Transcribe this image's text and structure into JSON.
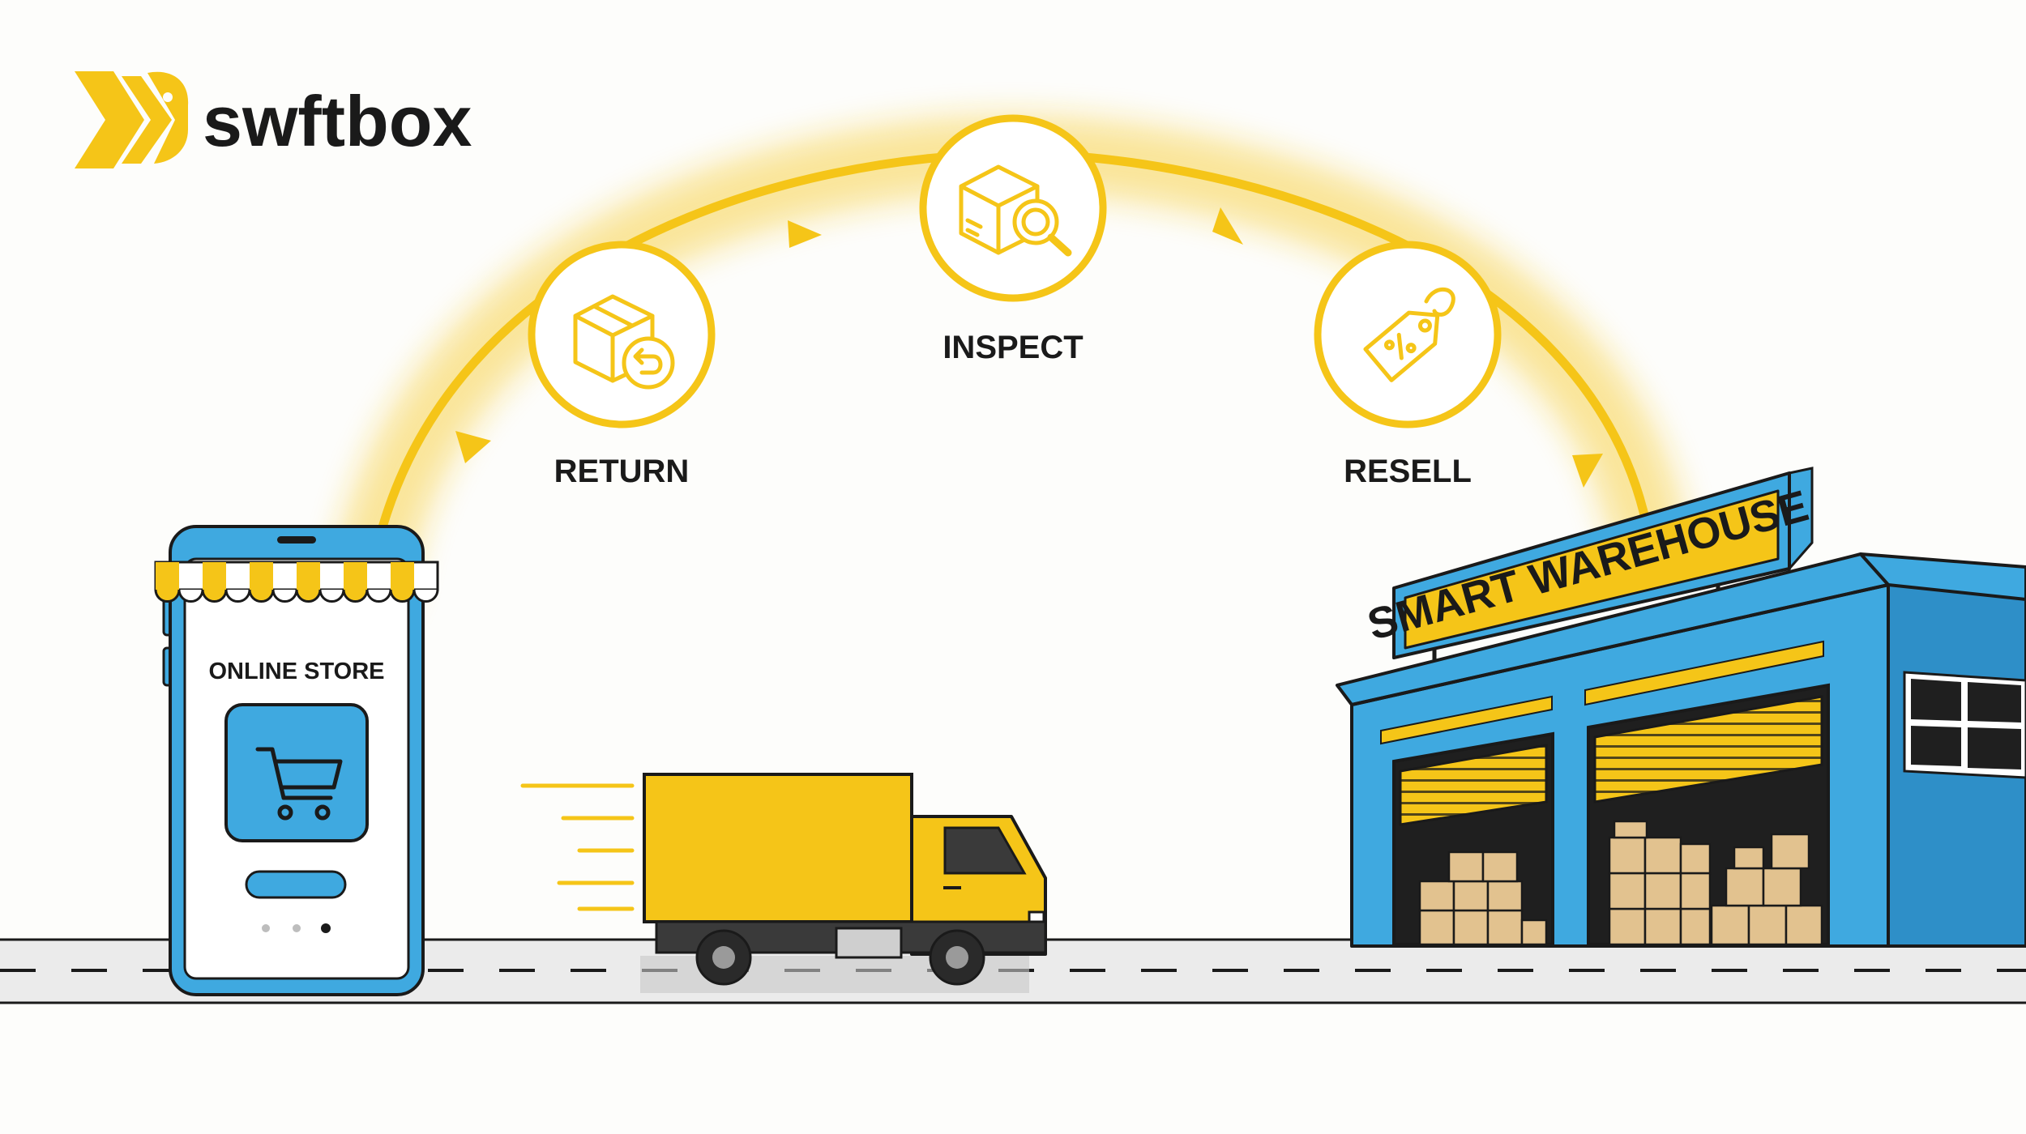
{
  "brand": {
    "name": "swftbox"
  },
  "steps": [
    {
      "label": "RETURN",
      "icon": "box-return-icon"
    },
    {
      "label": "INSPECT",
      "icon": "box-inspect-icon"
    },
    {
      "label": "RESELL",
      "icon": "price-tag-icon"
    }
  ],
  "store": {
    "label": "ONLINE STORE",
    "icon": "shopping-cart-icon"
  },
  "warehouse": {
    "sign": "SMART WAREHOUSE"
  },
  "colors": {
    "accent": "#f5c518",
    "blue": "#3fa9e0",
    "ink": "#1a1a1a",
    "box": "#e2c28f"
  }
}
